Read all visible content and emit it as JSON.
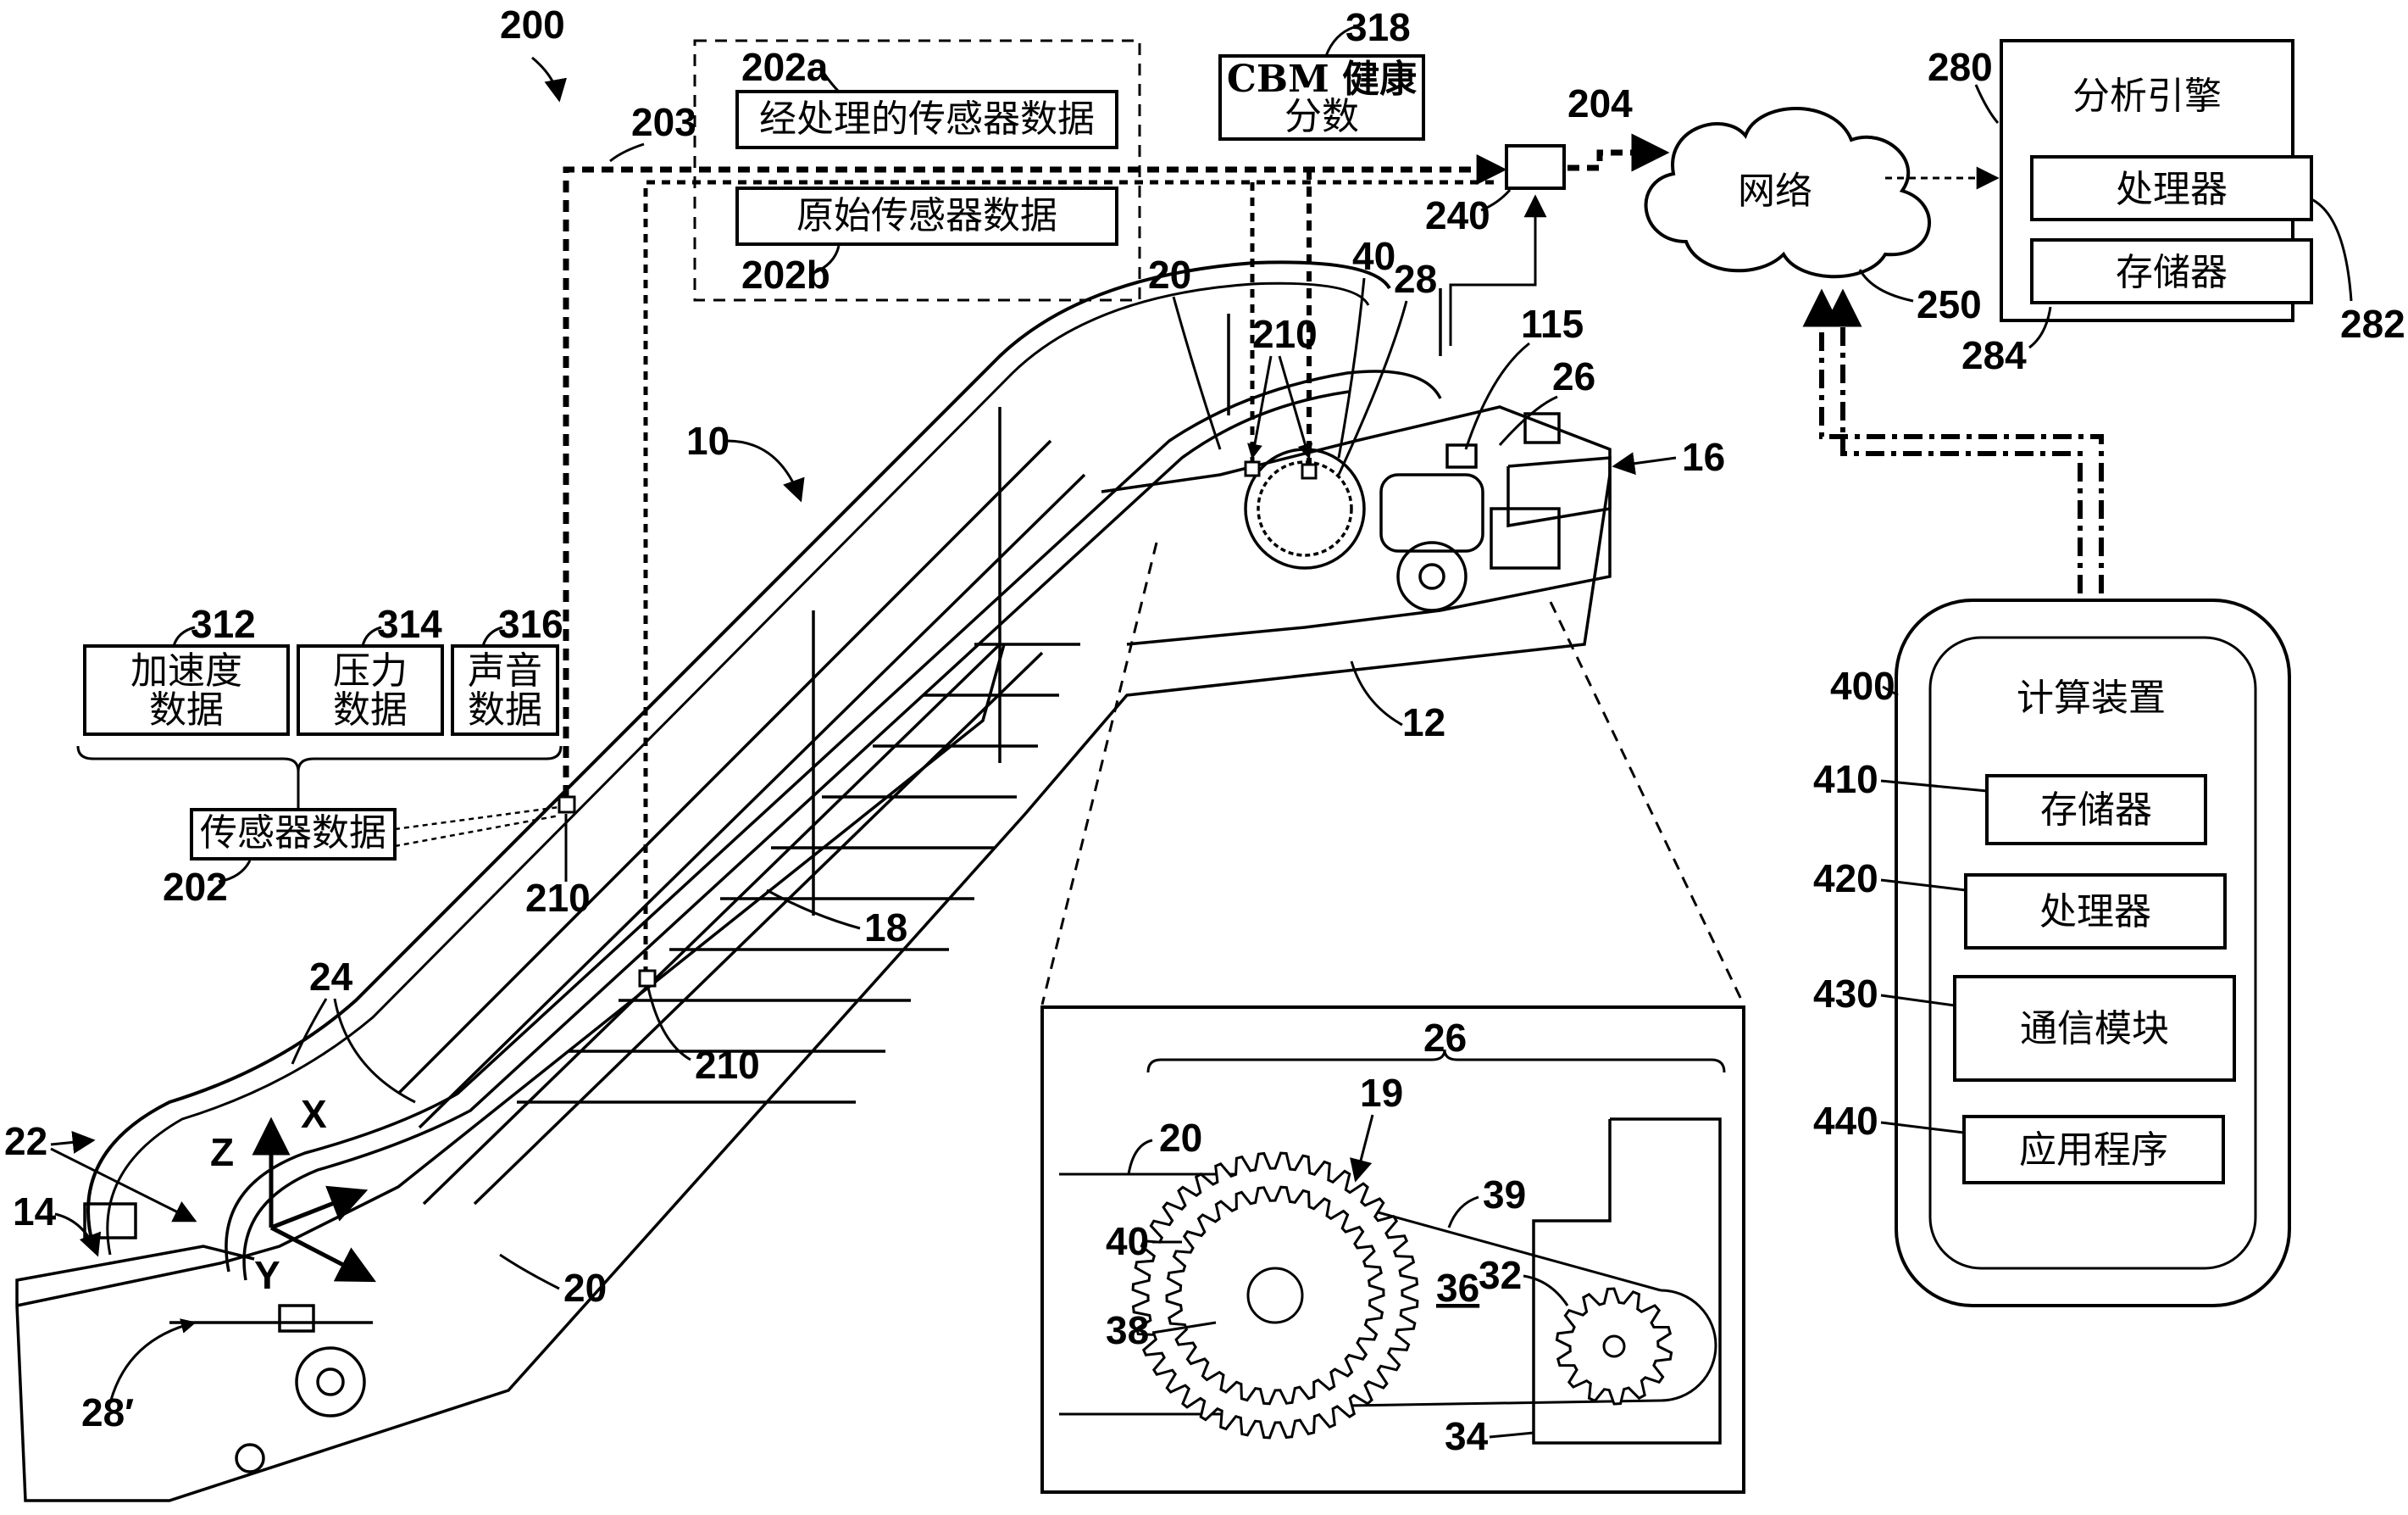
{
  "figure": {
    "system_ref": "200",
    "escalator_ref": "10"
  },
  "boxes": {
    "processed_sensor_data": {
      "ref": "202a",
      "label": "经处理的传感器数据"
    },
    "raw_sensor_data": {
      "ref": "202b",
      "label": "原始传感器数据"
    },
    "cbm_score": {
      "ref": "318",
      "line1": "CBM 健康",
      "line2": "分数"
    },
    "accel_data": {
      "ref": "312",
      "line1": "加速度",
      "line2": "数据"
    },
    "pressure_data": {
      "ref": "314",
      "line1": "压力",
      "line2": "数据"
    },
    "sound_data": {
      "ref": "316",
      "line1": "声音",
      "line2": "数据"
    },
    "sensor_data": {
      "ref": "202",
      "label": "传感器数据"
    }
  },
  "network": {
    "ref": "250",
    "label": "网络",
    "link_ref": "204"
  },
  "transmitter": {
    "ref": "240"
  },
  "analysis_engine": {
    "ref": "280",
    "title": "分析引擎",
    "processor": {
      "ref": "282",
      "label": "处理器"
    },
    "memory": {
      "ref": "284",
      "label": "存储器"
    }
  },
  "computing_device": {
    "ref": "400",
    "title": "计算装置",
    "items": [
      {
        "ref": "410",
        "label": "存储器"
      },
      {
        "ref": "420",
        "label": "处理器"
      },
      {
        "ref": "430",
        "label": "通信模块"
      },
      {
        "ref": "440",
        "label": "应用程序"
      }
    ]
  },
  "escalator_refs": {
    "r203": "203",
    "r20_top": "20",
    "r40_top": "40",
    "r28": "28",
    "r210_top": "210",
    "r115": "115",
    "r26_top": "26",
    "r16": "16",
    "r12": "12",
    "r18": "18",
    "r210_mid": "210",
    "r210_low": "210",
    "r24": "24",
    "r22": "22",
    "r14": "14",
    "r28p": "28′",
    "r20_low": "20",
    "axis_x": "X",
    "axis_y": "Y",
    "axis_z": "Z"
  },
  "detail": {
    "r26": "26",
    "r19": "19",
    "r20": "20",
    "r39": "39",
    "r40": "40",
    "r36": "36",
    "r32": "32",
    "r38": "38",
    "r34": "34"
  }
}
